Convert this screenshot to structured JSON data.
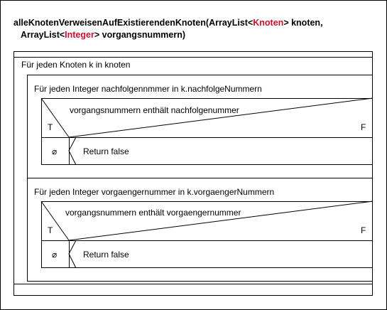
{
  "signature": {
    "name": "alleKnotenVerweisenAufExistierendenKnoten(",
    "param1_type_open": "ArrayList<",
    "param1_type": "Knoten",
    "param1_type_close": ">",
    "param1_name": " knoten,",
    "param2_indent": "   ",
    "param2_type_open": "ArrayList<",
    "param2_type": "Integer",
    "param2_type_close": ">",
    "param2_name": " vorgangsnummern)"
  },
  "outer_loop": {
    "label": "Für jeden Knoten k in knoten"
  },
  "loops": [
    {
      "label": "Für jeden Integer nachfolgennmmer in k.nachfolgeNummern",
      "condition": "vorgangsnummern enthält nachfolgenummer",
      "true_label": "T",
      "false_label": "F",
      "empty_symbol": "⌀",
      "action": "Return false"
    },
    {
      "label": "Für jeden Integer vorgaengernummer in k.vorgaengerNummern",
      "condition": "vorgangsnummern enthält vorgaengernummer",
      "true_label": "T",
      "false_label": "F",
      "empty_symbol": "⌀",
      "action": "Return false"
    }
  ]
}
